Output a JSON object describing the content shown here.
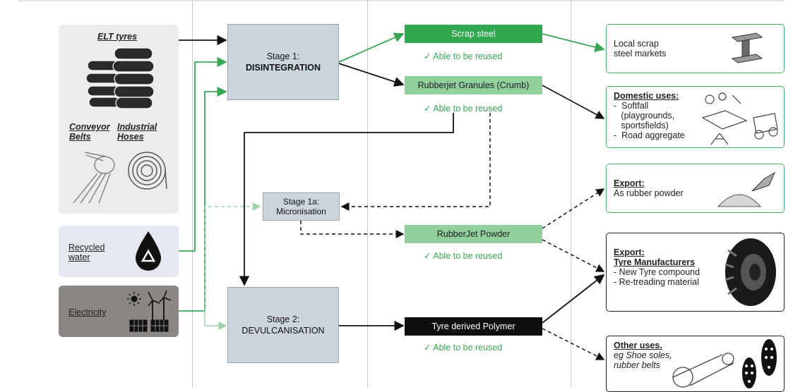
{
  "inputs": {
    "elt_tyres": "ELT tyres",
    "conveyor_belts": [
      "Conveyor",
      "Belts"
    ],
    "industrial_hoses": [
      "Industrial",
      "Hoses"
    ],
    "recycled_water": [
      "Recycled",
      "water"
    ],
    "electricity": "Electricity"
  },
  "stages": {
    "stage1": {
      "line1": "Stage 1:",
      "line2": "DISINTEGRATION"
    },
    "stage1a": {
      "line1": "Stage 1a:",
      "line2": "Micronisation"
    },
    "stage2": {
      "line1": "Stage 2:",
      "line2": "DEVULCANISATION"
    }
  },
  "products": {
    "scrap_steel": "Scrap steel",
    "granules": "Rubberjet Granules (Crumb)",
    "powder": "RubberJet Powder",
    "polymer": "Tyre derived Polymer",
    "reuse_label": "✓   Able to be reused"
  },
  "outputs": {
    "local_scrap": [
      "Local scrap",
      "steel markets"
    ],
    "domestic": {
      "heading": "Domestic uses:",
      "lines": [
        "-  Softfall",
        "   (playgrounds,",
        "   sportsfields)",
        "-  Road aggregate"
      ]
    },
    "export_powder": {
      "heading": "Export:",
      "line": "As rubber powder"
    },
    "export_tyre": {
      "heading": "Export:",
      "subheading": "Tyre Manufacturers",
      "lines": [
        "- New Tyre compound",
        "- Re-treading material"
      ]
    },
    "other": {
      "heading": "Other uses.",
      "lines": [
        "eg Shoe soles,",
        "rubber belts"
      ]
    }
  },
  "colors": {
    "green": "#3aa655",
    "dark_green": "#2fa84f",
    "light_green": "#8fd09d",
    "stage_fill": "#ccd5de",
    "black": "#111111"
  }
}
